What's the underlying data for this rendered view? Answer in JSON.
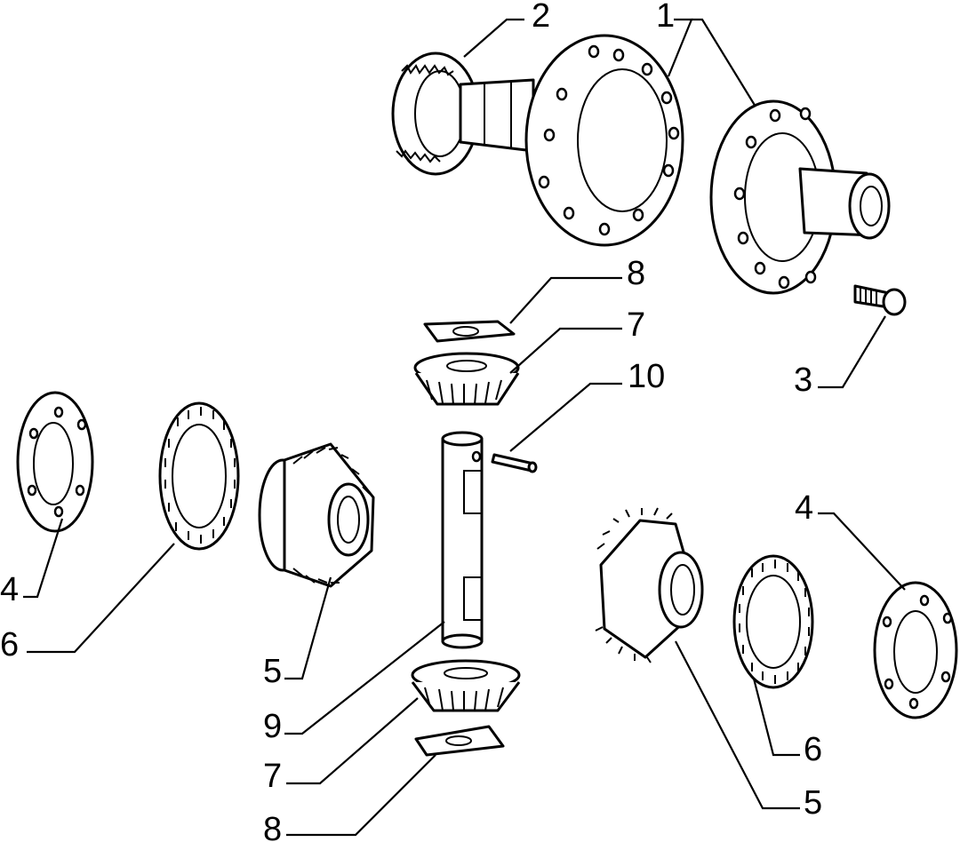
{
  "callouts": [
    {
      "id": "c2-top",
      "text": "2"
    },
    {
      "id": "c1-top",
      "text": "1"
    },
    {
      "id": "c8-top",
      "text": "8"
    },
    {
      "id": "c7-top",
      "text": "7"
    },
    {
      "id": "c10",
      "text": "10"
    },
    {
      "id": "c3",
      "text": "3"
    },
    {
      "id": "c4-left",
      "text": "4"
    },
    {
      "id": "c6-left",
      "text": "6"
    },
    {
      "id": "c5-left",
      "text": "5"
    },
    {
      "id": "c9",
      "text": "9"
    },
    {
      "id": "c7-bottom",
      "text": "7"
    },
    {
      "id": "c8-bottom",
      "text": "8"
    },
    {
      "id": "c4-right",
      "text": "4"
    },
    {
      "id": "c6-right",
      "text": "6"
    },
    {
      "id": "c5-right",
      "text": "5"
    }
  ],
  "colors": {
    "ink": "#000000",
    "paper": "#ffffff"
  }
}
